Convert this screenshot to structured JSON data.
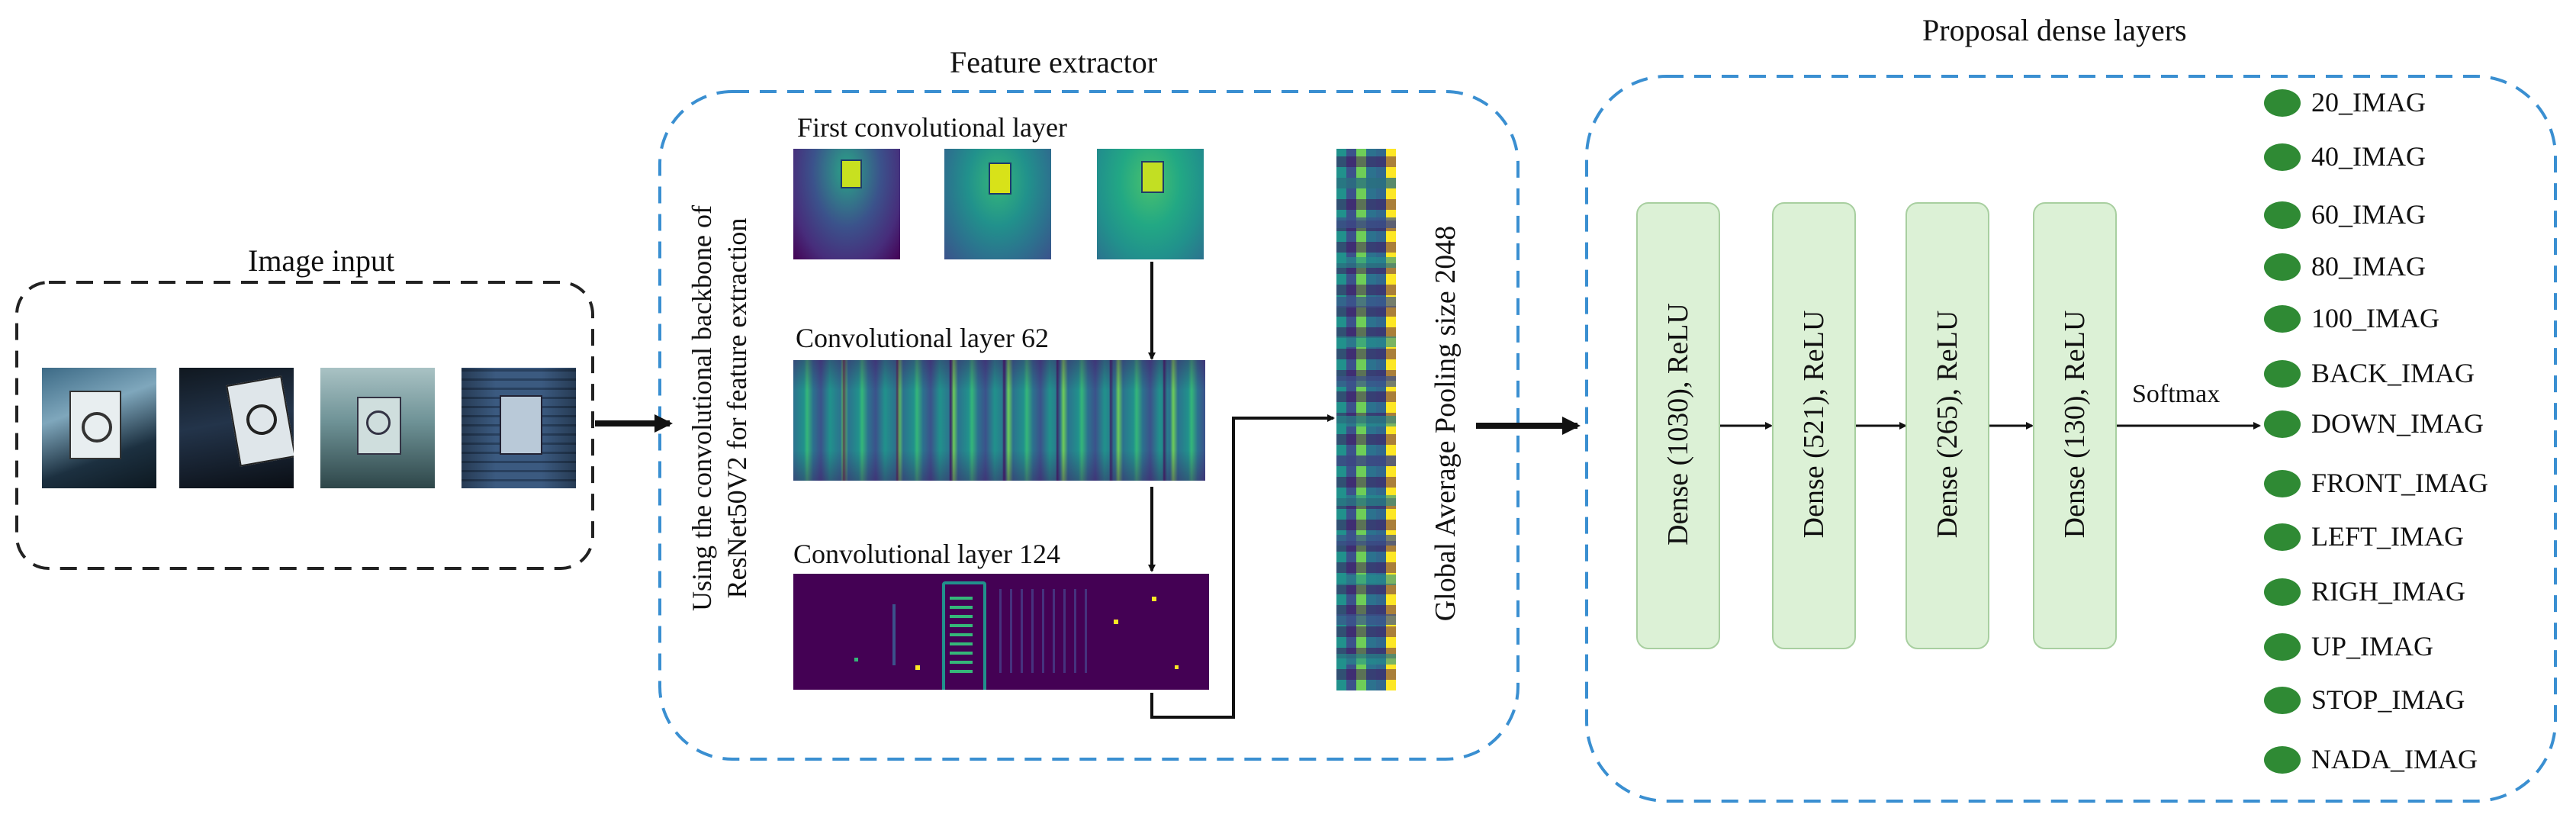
{
  "titles": {
    "image_input": "Image input",
    "feature_extractor": "Feature extractor",
    "proposal_dense": "Proposal dense layers"
  },
  "feature_extractor": {
    "backbone_text_line1": "Using the convolutional backbone of",
    "backbone_text_line2": "ResNet50V2 for feature extraction",
    "first_layer": "First convolutional layer",
    "layer62": "Convolutional layer 62",
    "layer124": "Convolutional layer 124",
    "pooling": "Global Average Pooling size 2048"
  },
  "dense_layers": [
    {
      "label": "Dense (1030), ReLU"
    },
    {
      "label": "Dense (521), ReLU"
    },
    {
      "label": "Dense (265), ReLU"
    },
    {
      "label": "Dense (130), ReLU"
    }
  ],
  "softmax": "Softmax",
  "classes": [
    "20_IMAG",
    "40_IMAG",
    "60_IMAG",
    "80_IMAG",
    "100_IMAG",
    "BACK_IMAG",
    "DOWN_IMAG",
    "FRONT_IMAG",
    "LEFT_IMAG",
    "RIGH_IMAG",
    "UP_IMAG",
    "STOP_IMAG",
    "NADA_IMAG"
  ],
  "colors": {
    "dashed_blue": "#3a8fd1",
    "dashed_black": "#222222",
    "dense_fill": "#dcf1d6",
    "class_dot": "#2f8a34",
    "viridis_dark": "#440154",
    "viridis_teal": "#21918c",
    "viridis_yellow": "#fde725"
  }
}
